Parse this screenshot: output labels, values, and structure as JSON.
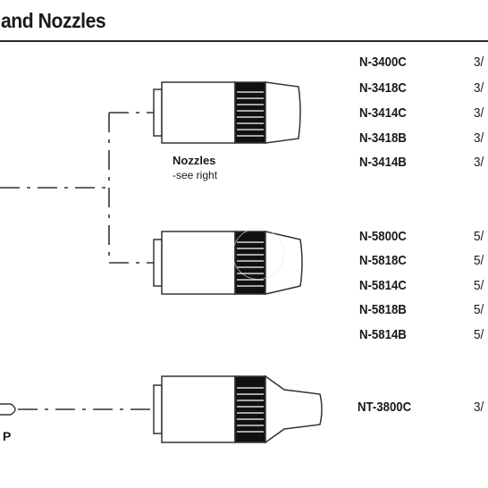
{
  "header": {
    "title": "and Nozzles"
  },
  "callout": {
    "line1": "Nozzles",
    "line2": "-see right"
  },
  "left_letter": "P",
  "nozzle_groups": [
    {
      "parts": [
        {
          "part": "N-3400C",
          "size": "3/"
        },
        {
          "part": "N-3418C",
          "size": "3/"
        },
        {
          "part": "N-3414C",
          "size": "3/"
        },
        {
          "part": "N-3418B",
          "size": "3/"
        },
        {
          "part": "N-3414B",
          "size": "3/"
        }
      ]
    },
    {
      "parts": [
        {
          "part": "N-5800C",
          "size": "5/"
        },
        {
          "part": "N-5818C",
          "size": "5/"
        },
        {
          "part": "N-5814C",
          "size": "5/"
        },
        {
          "part": "N-5818B",
          "size": "5/"
        },
        {
          "part": "N-5814B",
          "size": "5/"
        }
      ]
    },
    {
      "parts": [
        {
          "part": "NT-3800C",
          "size": "3/"
        }
      ]
    }
  ],
  "colors": {
    "line": "#333333",
    "band": "#111111",
    "stripe": "#ffffff"
  }
}
